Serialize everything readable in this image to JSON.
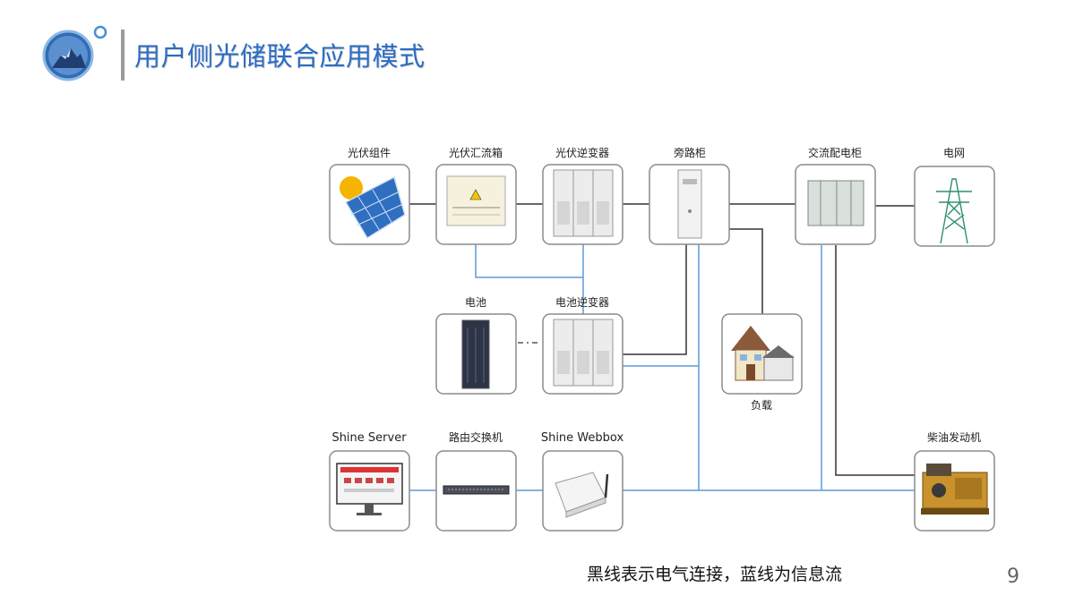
{
  "title": "用户侧光储联合应用模式",
  "caption": "黑线表示电气连接，蓝线为信息流",
  "page_number": "9",
  "colors": {
    "title": "#2b6cc4",
    "electrical_line": "#333333",
    "info_line": "#5b9bd5",
    "box_border": "#8c8c8c"
  },
  "nodes": {
    "pv_module": "光伏组件",
    "combiner_box": "光伏汇流箱",
    "pv_inverter": "光伏逆变器",
    "bypass_cabinet": "旁路柜",
    "ac_cabinet": "交流配电柜",
    "grid": "电网",
    "battery": "电池",
    "battery_inverter": "电池逆变器",
    "load": "负载",
    "shine_server": "Shine Server",
    "router": "路由交换机",
    "shine_webbox": "Shine Webbox",
    "diesel_generator": "柴油发动机"
  }
}
